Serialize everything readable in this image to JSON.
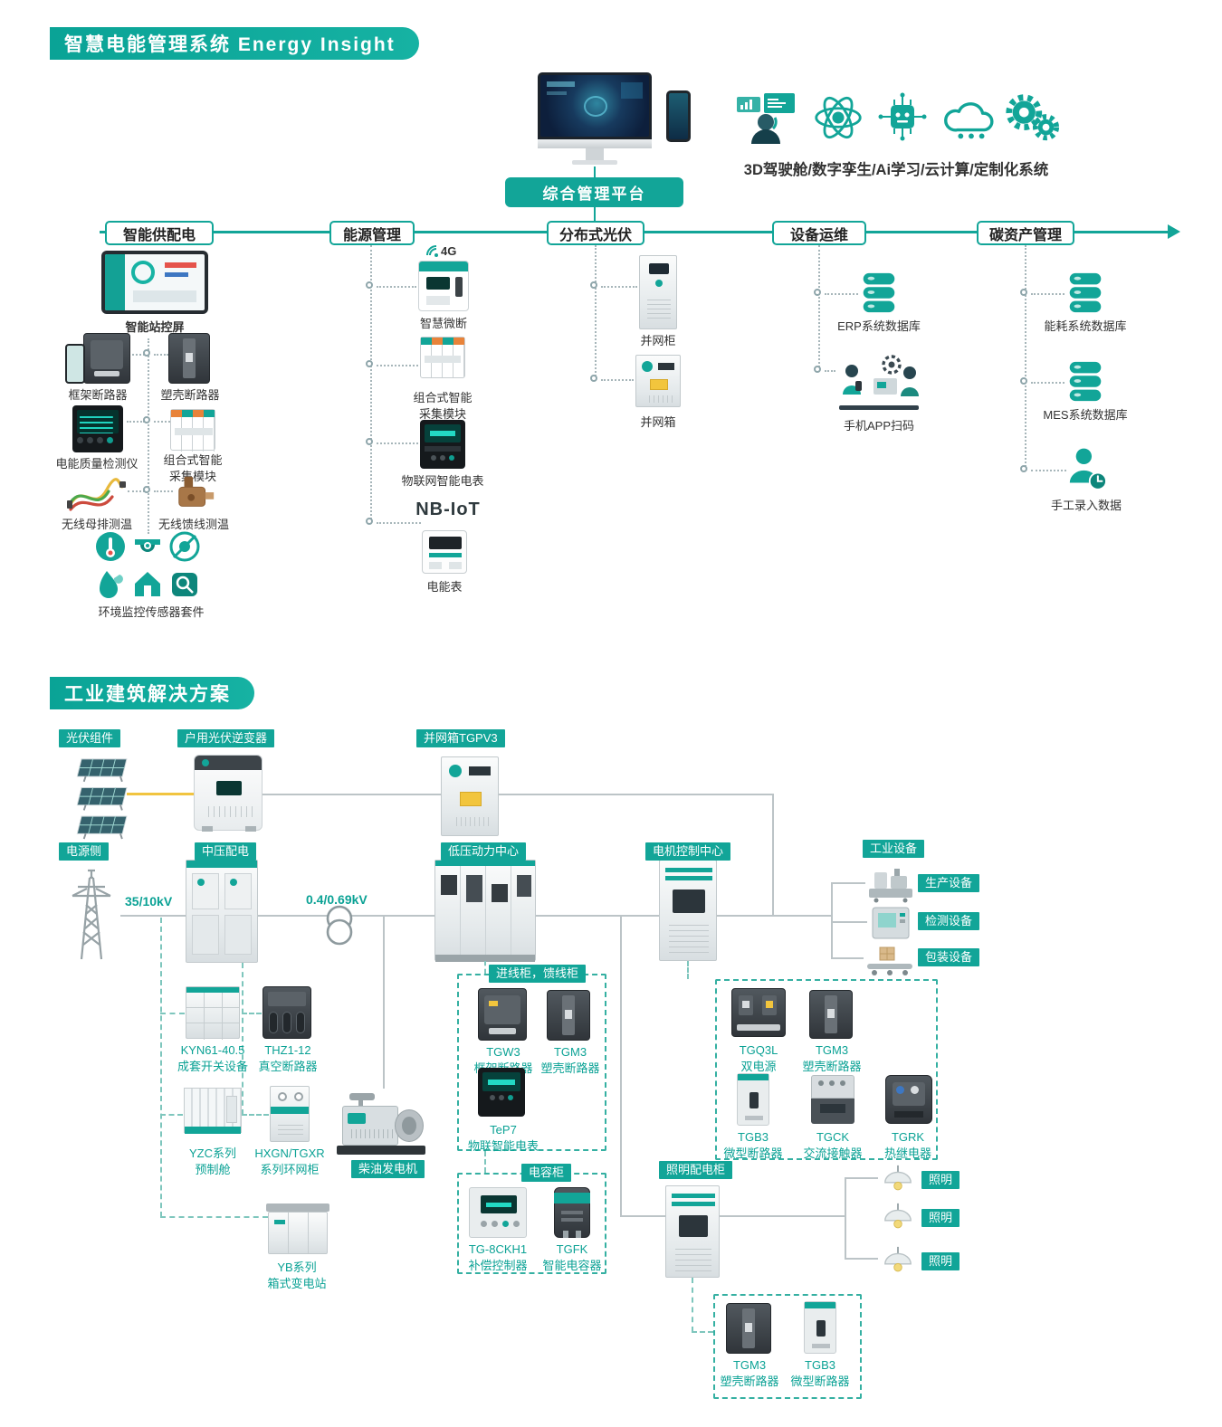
{
  "s1": {
    "title": "智慧电能管理系统 Energy Insight",
    "platform": "综合管理平台",
    "caption": "3D驾驶舱/数字孪生/Ai学习/云计算/定制化系统",
    "headers": [
      "智能供配电",
      "能源管理",
      "分布式光伏",
      "设备运维",
      "碳资产管理"
    ],
    "b1": {
      "screen": "智能站控屏",
      "acb": "框架断路器",
      "mccb": "塑壳断路器",
      "pq": "电能质量检测仪",
      "module": "组合式智能采集模块",
      "busbar": "无线母排测温",
      "feeder": "无线馈线测温",
      "env": "环境监控传感器套件"
    },
    "b2": {
      "badge4g": "4G",
      "smart": "智慧微断",
      "module": "组合式智能采集模块",
      "iot": "物联网智能电表",
      "nbiot": "NB-IoT",
      "meter": "电能表"
    },
    "b3": {
      "cabinet": "并网柜",
      "box": "并网箱"
    },
    "b4": {
      "erp": "ERP系统数据库",
      "app": "手机APP扫码"
    },
    "b5": {
      "energy": "能耗系统数据库",
      "mes": "MES系统数据库",
      "manual": "手工录入数据"
    }
  },
  "s2": {
    "title": "工业建筑解决方案",
    "tags": {
      "pv": "光伏组件",
      "inverter": "户用光伏逆变器",
      "gridbox": "并网箱TGPV3",
      "source": "电源侧",
      "mv": "中压配电",
      "lv": "低压动力中心",
      "mcc": "电机控制中心",
      "industry": "工业设备",
      "incoming": "进线柜，馈线柜",
      "capacitor": "电容柜",
      "diesel": "柴油发电机",
      "lightingCab": "照明配电柜",
      "lighting": "照明",
      "production": "生产设备",
      "testing": "检测设备",
      "packing": "包装设备"
    },
    "volts": {
      "hv": "35/10kV",
      "lv": "0.4/0.69kV"
    },
    "products": [
      {
        "name": "KYN61-40.5",
        "desc": "成套开关设备"
      },
      {
        "name": "THZ1-12",
        "desc": "真空断路器"
      },
      {
        "name": "YZC系列",
        "desc": "预制舱"
      },
      {
        "name": "HXGN/TGXR",
        "desc": "系列环网柜"
      },
      {
        "name": "YB系列",
        "desc": "箱式变电站"
      },
      {
        "name": "TGW3",
        "desc": "框架断路器"
      },
      {
        "name": "TGM3",
        "desc": "塑壳断路器"
      },
      {
        "name": "TeP7",
        "desc": "物联智能电表"
      },
      {
        "name": "TG-8CKH1",
        "desc": "补偿控制器"
      },
      {
        "name": "TGFK",
        "desc": "智能电容器"
      },
      {
        "name": "TGQ3L",
        "desc": "双电源"
      },
      {
        "name": "TGM3",
        "desc": "塑壳断路器"
      },
      {
        "name": "TGB3",
        "desc": "微型断路器"
      },
      {
        "name": "TGCK",
        "desc": "交流接触器"
      },
      {
        "name": "TGRK",
        "desc": "热继电器"
      },
      {
        "name": "TGM3",
        "desc": "塑壳断路器"
      },
      {
        "name": "TGB3",
        "desc": "微型断路器"
      }
    ]
  }
}
